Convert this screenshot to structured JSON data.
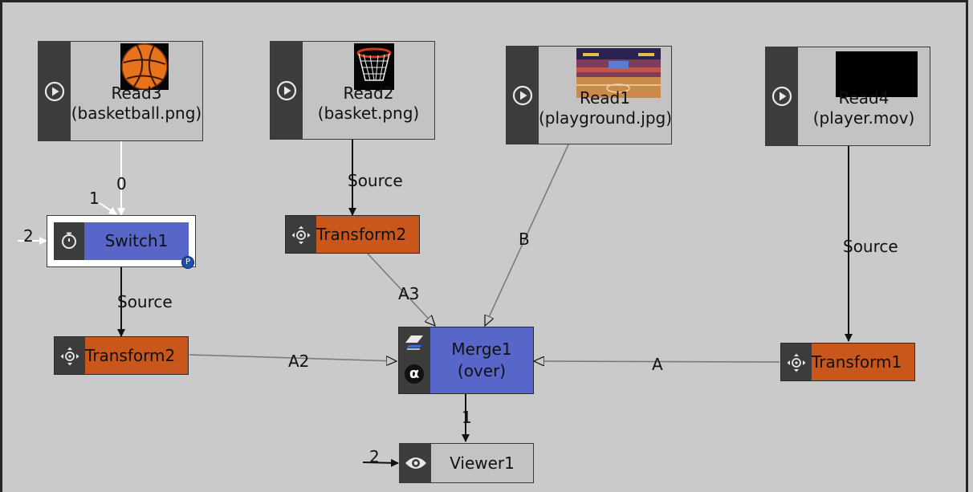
{
  "nodes": {
    "read3": {
      "name": "Read3",
      "file": "(basketball.png)"
    },
    "read2": {
      "name": "Read2",
      "file": "(basket.png)"
    },
    "read1": {
      "name": "Read1",
      "file": "(playground.jpg)"
    },
    "read4": {
      "name": "Read4",
      "file": "(player.mov)"
    },
    "switch1": {
      "name": "Switch1",
      "badge": "P"
    },
    "transform2_top": {
      "name": "Transform2"
    },
    "transform2_left": {
      "name": "Transform2"
    },
    "transform1": {
      "name": "Transform1"
    },
    "merge1": {
      "name": "Merge1",
      "op": "(over)",
      "alpha": "α"
    },
    "viewer1": {
      "name": "Viewer1"
    }
  },
  "edges": {
    "read3_switch": "0",
    "switch_in1": "1",
    "switch_in2": "2",
    "read2_transform": "Source",
    "switch_transform": "Source",
    "read4_transform": "Source",
    "read1_merge": "B",
    "transform2_merge_a3": "A3",
    "transform2_merge_a2": "A2",
    "transform1_merge_a": "A",
    "merge_viewer": "1",
    "viewer_in2": "2"
  },
  "colors": {
    "canvas": "#cacaca",
    "node_dark": "#3c3c3c",
    "transform": "#c9561a",
    "merge_switch": "#5866c9",
    "read_body": "#c3c3c3"
  }
}
